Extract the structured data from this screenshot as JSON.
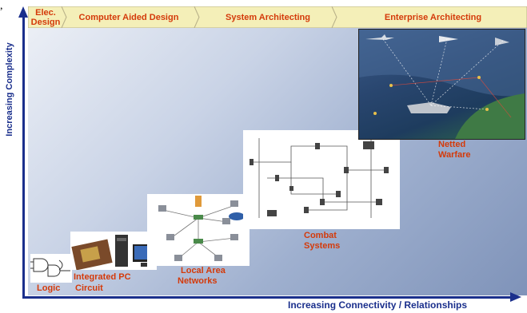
{
  "stray_text": ",",
  "stages": [
    {
      "label": "Elec. Design"
    },
    {
      "label": "Computer Aided Design"
    },
    {
      "label": "System Architecting"
    },
    {
      "label": "Enterprise Architecting"
    }
  ],
  "axes": {
    "y_label": "Increasing Complexity",
    "x_label": "Increasing Connectivity / Relationships"
  },
  "steps": {
    "logic": "Logic",
    "pc_line1": "Integrated PC",
    "pc_line2": "Circuit",
    "lan_line1": "Local Area",
    "lan_line2": "Networks",
    "combat_line1": "Combat",
    "combat_line2": "Systems",
    "netted_line1": "Netted",
    "netted_line2": "Warfare"
  },
  "colors": {
    "label": "#d43a0a",
    "axis": "#1a2f8c",
    "banner": "#f4efb8"
  }
}
